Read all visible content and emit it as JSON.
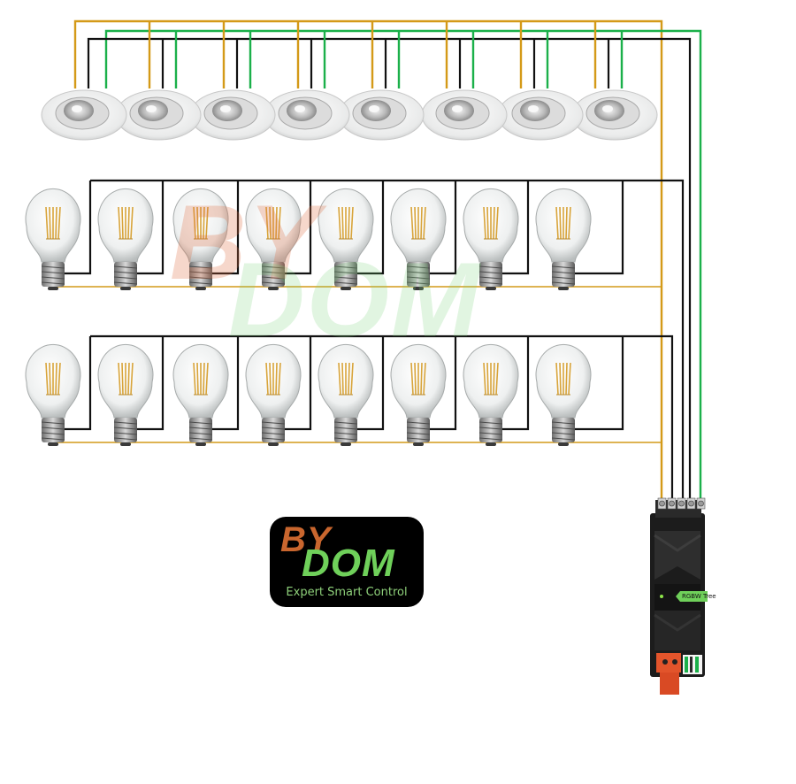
{
  "logo": {
    "by": "BY",
    "dom": "DOM",
    "tagline": "Expert Smart Control"
  },
  "watermark": {
    "by": "BY",
    "dom": "DOM"
  },
  "controller": {
    "label": "RGBW Tree",
    "terminal_count": 5
  },
  "rows": {
    "spotlights": 8,
    "bulbs_row1": 8,
    "bulbs_row2": 8
  },
  "colors": {
    "wire_orange": "#d49a18",
    "wire_green": "#1bb04a",
    "wire_black": "#111111",
    "logo_orange": "#c9662e",
    "logo_green": "#6fd05a"
  }
}
